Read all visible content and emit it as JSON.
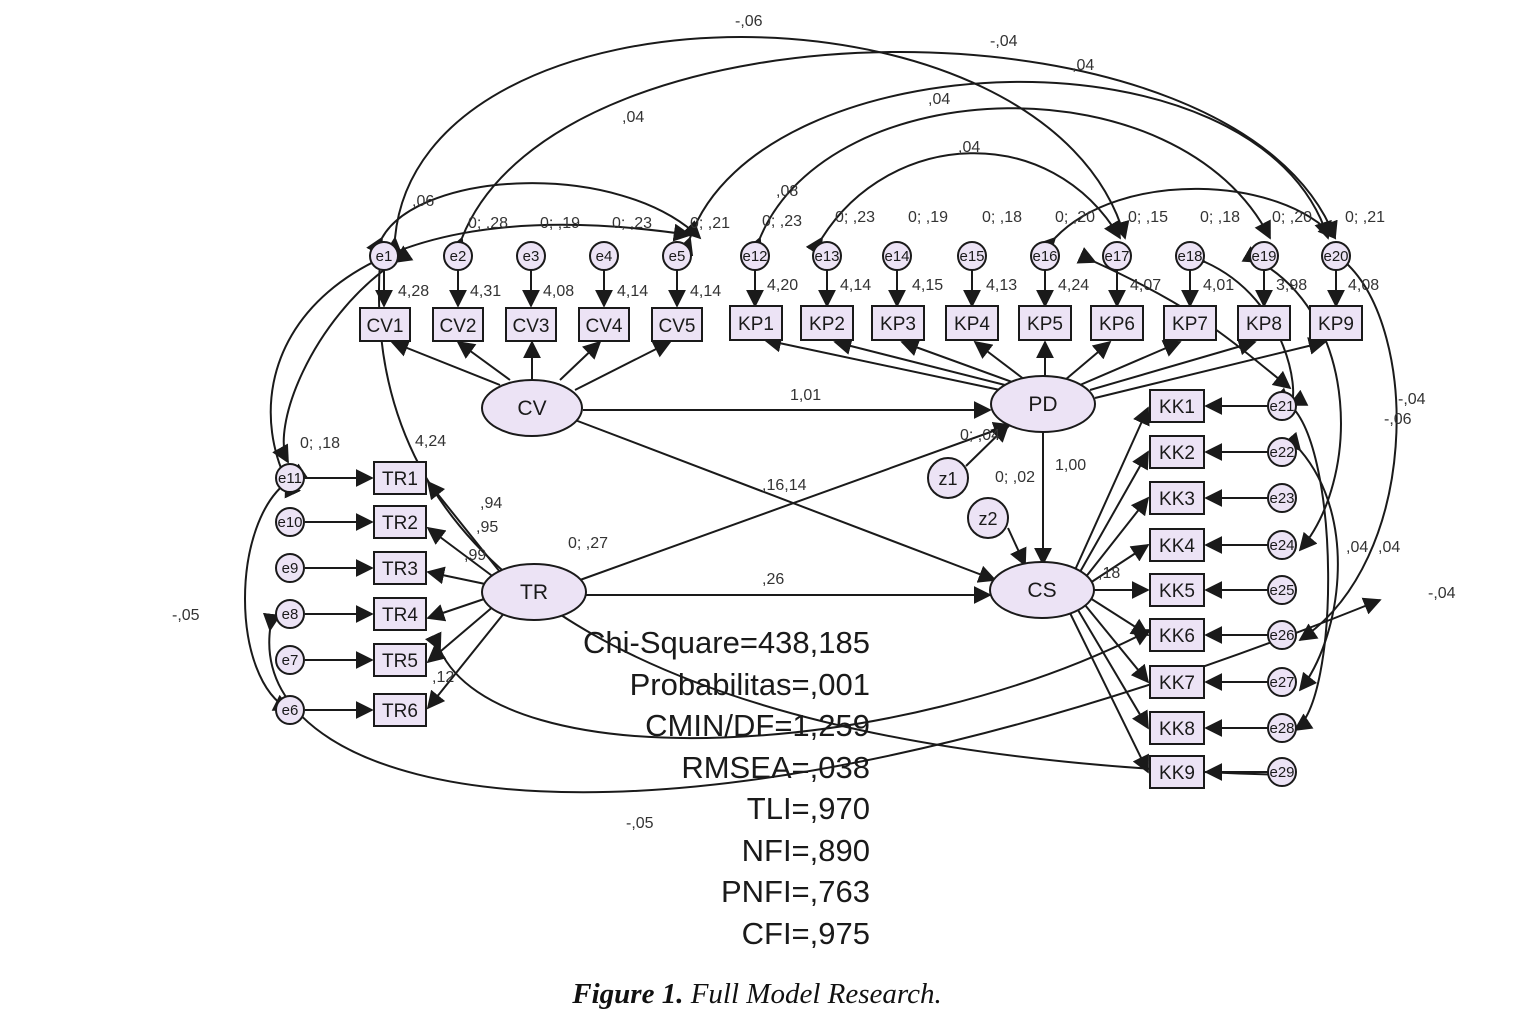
{
  "caption": {
    "label": "Figure 1.",
    "text": "Full Model Research."
  },
  "latent": {
    "CV": "CV",
    "PD": "PD",
    "TR": "TR",
    "CS": "CS"
  },
  "disturbances": {
    "z1": "z1",
    "z2": "z2"
  },
  "indicators": {
    "cv": [
      "CV1",
      "CV2",
      "CV3",
      "CV4",
      "CV5"
    ],
    "kp": [
      "KP1",
      "KP2",
      "KP3",
      "KP4",
      "KP5",
      "KP6",
      "KP7",
      "KP8",
      "KP9"
    ],
    "tr": [
      "TR1",
      "TR2",
      "TR3",
      "TR4",
      "TR5",
      "TR6"
    ],
    "kk": [
      "KK1",
      "KK2",
      "KK3",
      "KK4",
      "KK5",
      "KK6",
      "KK7",
      "KK8",
      "KK9"
    ]
  },
  "errors": {
    "top": [
      "e1",
      "e2",
      "e3",
      "e4",
      "e5",
      "e12",
      "e13",
      "e14",
      "e15",
      "e16",
      "e17",
      "e18",
      "e19",
      "e20"
    ],
    "left": [
      "e11",
      "e10",
      "e9",
      "e8",
      "e7",
      "e6"
    ],
    "right": [
      "e21",
      "e22",
      "e23",
      "e24",
      "e25",
      "e26",
      "e27",
      "e28",
      "e29"
    ]
  },
  "estimates": {
    "cv_to_pd": "1,01",
    "cv_to_cs": ",16,14",
    "tr_to_cs": ",26",
    "tr_var": "0; ,27",
    "cv_mean": "4,24",
    "z1_label": "0; ,04",
    "z2_label": "0; ,02",
    "pd_to_cs": "1,00",
    "cs_loads": ",18",
    "intercepts_cv": [
      "4,28",
      "4,31",
      "4,08",
      "4,14",
      "4,14"
    ],
    "intercepts_kp": [
      "4,20",
      "4,14",
      "4,15",
      "4,13",
      "4,24",
      "4,07",
      "4,01",
      "3,98",
      "4,08"
    ],
    "err_vars_top": [
      "0; ,28",
      "0; ,19",
      "0; ,23",
      "0; ,21",
      "0; ,23",
      "0; ,23",
      "0; ,19",
      "0; ,18",
      "0; ,20",
      "0; ,15",
      "0; ,18",
      "0; ,20",
      "0; ,21"
    ],
    "covariances": [
      "-,06",
      "-,04",
      ",04",
      ",04",
      ",04",
      ",04",
      ",08",
      ",06",
      "-,04",
      "-,06",
      "-,04",
      "-,05",
      "-,05",
      ",04",
      ",04"
    ],
    "tr_loads": [
      ",94",
      ",95",
      ",99",
      ",12"
    ],
    "left_misc": [
      "0; ,18"
    ]
  },
  "fit": {
    "chi_square": "Chi-Square=438,185",
    "probabilitas": "Probabilitas=,001",
    "cmin_df": "CMIN/DF=1,259",
    "rmsea": "RMSEA=,038",
    "tli": "TLI=,970",
    "nfi": "NFI=,890",
    "pnfi": "PNFI=,763",
    "cfi": "CFI=,975"
  }
}
